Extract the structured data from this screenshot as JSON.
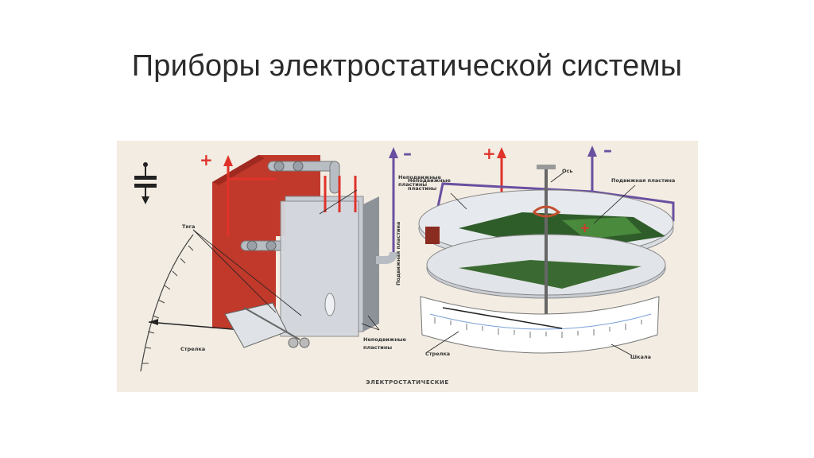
{
  "slide": {
    "title": "Приборы электростатической системы"
  },
  "figure": {
    "caption": "ЭЛЕКТРОСТАТИЧЕСКИЕ",
    "left_instrument": {
      "plus_sign": "+",
      "minus_sign": "–",
      "label_fixed_plates_top_1": "Неподвижные",
      "label_fixed_plates_top_2": "пластины",
      "label_moving_plate": "Подвижная пластина",
      "label_rod": "Тяга",
      "label_pointer": "Стрелка",
      "label_fixed_plates_bottom_1": "Неподвижные",
      "label_fixed_plates_bottom_2": "пластины"
    },
    "right_instrument": {
      "plus_sign": "+",
      "minus_sign": "–",
      "plate_plus": "+",
      "label_axis": "Ось",
      "label_moving_plate": "Подвижная пластина",
      "label_fixed_plates_1": "Неподвижные",
      "label_fixed_plates_2": "пластины",
      "label_pointer": "Стрелка",
      "label_scale": "Шкала"
    },
    "colors": {
      "plate_red": "#c0392b",
      "wire_red": "#e0322a",
      "wire_purple": "#6a4fa0",
      "plate_grey": "#c7ccd3",
      "plate_green": "#2f5d2a",
      "background": "#f2ece2"
    }
  }
}
